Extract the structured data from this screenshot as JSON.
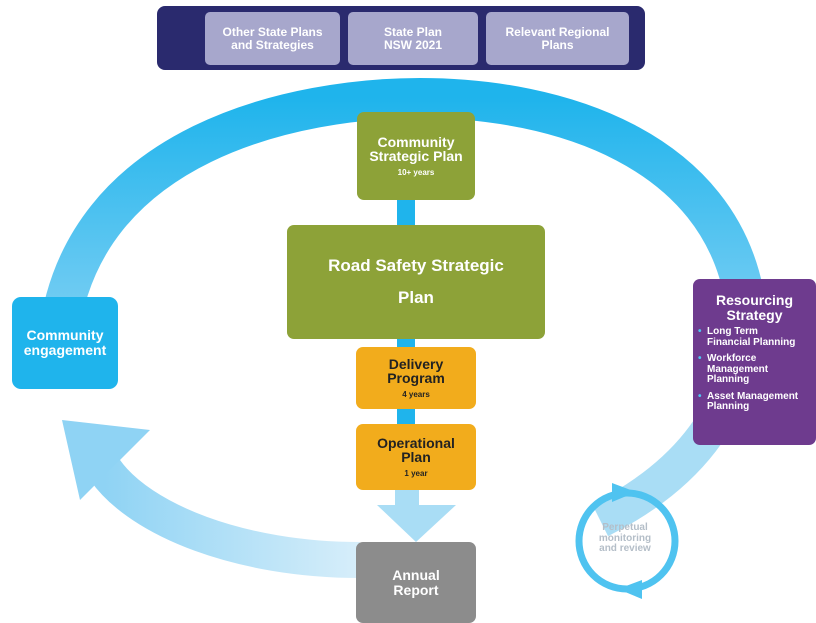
{
  "top_plans": [
    "Other State Plans\nand Strategies",
    "State Plan\nNSW 2021",
    "Relevant Regional\nPlans"
  ],
  "community_strategic_plan": {
    "title": "Community\nStrategic Plan",
    "duration": "10+ years"
  },
  "road_safety_plan": {
    "title": "Road Safety Strategic\nPlan"
  },
  "delivery_program": {
    "title": "Delivery\nProgram",
    "duration": "4 years"
  },
  "operational_plan": {
    "title": "Operational\nPlan",
    "duration": "1 year"
  },
  "annual_report": {
    "title": "Annual\nReport"
  },
  "community_engagement": {
    "title": "Community\nengagement"
  },
  "resourcing_strategy": {
    "title": "Resourcing\nStrategy",
    "items": [
      "Long Term\nFinancial Planning",
      "Workforce\nManagement\nPlanning",
      "Asset Management\nPlanning"
    ]
  },
  "perpetual_monitoring": {
    "label": "Perpetual\nmonitoring\nand review"
  },
  "colors": {
    "top_bar": "#2a2a6e",
    "top_pill": "#a7a7cc",
    "green": "#8da238",
    "orange": "#f2ac1c",
    "gray": "#8c8c8c",
    "cyan": "#1fb4ec",
    "purple": "#6e3b8e",
    "light_blue": "#b9e3f7"
  }
}
